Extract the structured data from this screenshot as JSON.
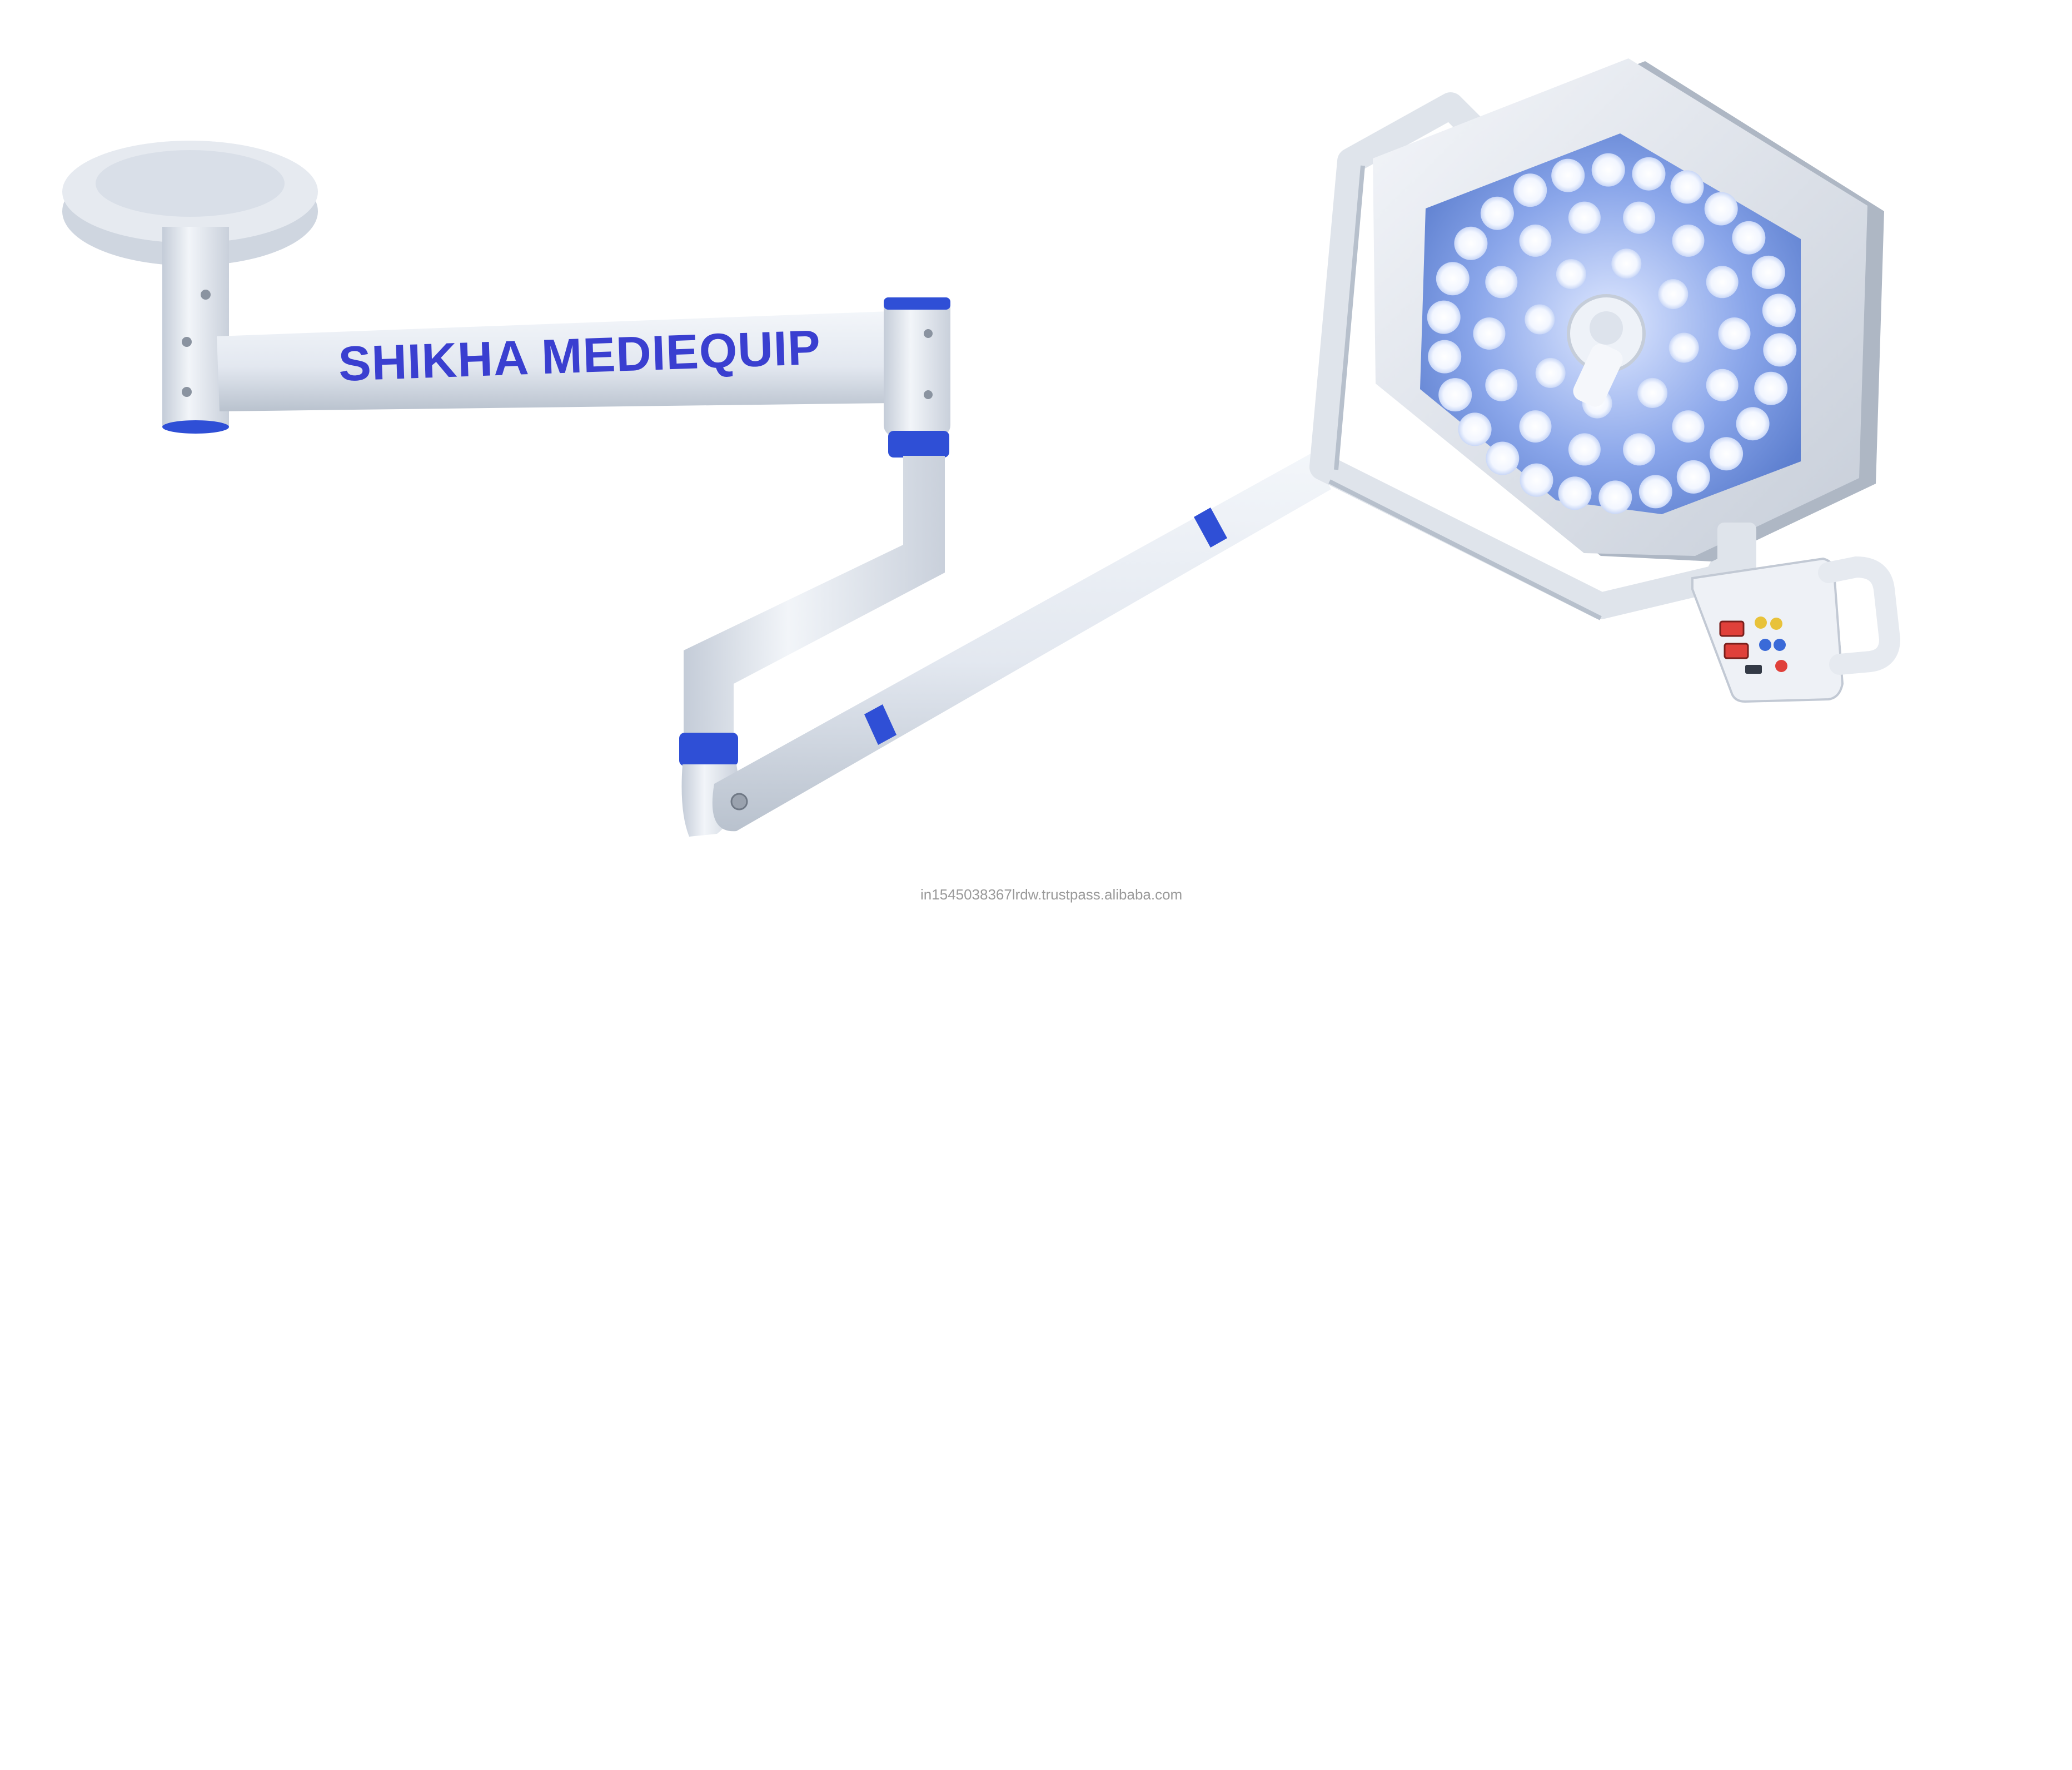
{
  "product_photo": {
    "brand_label": "SHIKHA MEDIEQUIP",
    "watermark": "in1545038367lrdw.trustpass.alibaba.com",
    "colors": {
      "background": "#ffffff",
      "body_white": "#e9edf3",
      "body_shadow": "#b8c0cc",
      "accent_blue": "#2f4fd6",
      "brand_text": "#3a3fd0",
      "led_panel": "#6f8fd9",
      "led_glow": "#f4f7ff",
      "watermark_text": "#9a9a9a",
      "indicator_red": "#e0403a",
      "indicator_yellow": "#e8c23a",
      "indicator_blue": "#3a6ad8"
    },
    "components": [
      "ceiling-mount",
      "horizontal-arm",
      "spring-arm",
      "lamp-yoke",
      "hexagonal-lamp-head",
      "control-panel"
    ],
    "led_count": 48
  }
}
